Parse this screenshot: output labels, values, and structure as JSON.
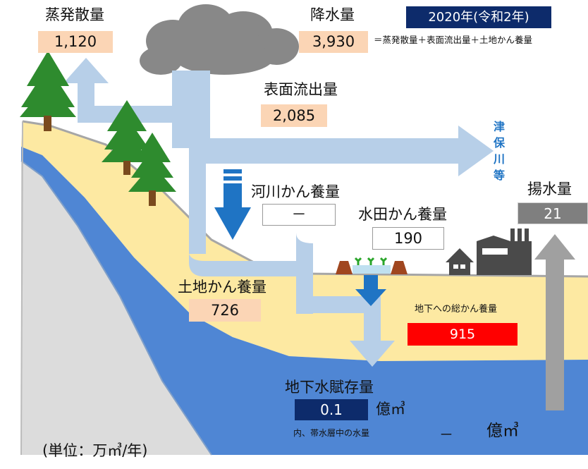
{
  "year_badge": "2020年(令和2年)",
  "formula": "＝蒸発散量＋表面流出量＋土地かん養量",
  "unit_note": "(単位：万㎥/年)",
  "evapotranspiration": {
    "label": "蒸発散量",
    "value": "1,120"
  },
  "precipitation": {
    "label": "降水量",
    "value": "3,930"
  },
  "surface_runoff": {
    "label": "表面流出量",
    "value": "2,085"
  },
  "outflow_destination": [
    "津",
    "保",
    "川",
    "等"
  ],
  "river_recharge": {
    "label": "河川かん養量",
    "value": "－"
  },
  "paddy_recharge": {
    "label": "水田かん養量",
    "value": "190"
  },
  "land_recharge": {
    "label": "土地かん養量",
    "value": "726"
  },
  "pumping": {
    "label": "揚水量",
    "value": "21"
  },
  "total_recharge": {
    "label": "地下への総かん養量",
    "value": "915"
  },
  "groundwater_storage": {
    "label": "地下水賦存量",
    "value": "0.1",
    "unit": "億㎥"
  },
  "aquifer_water": {
    "label": "内、帯水層中の水量",
    "value": "－",
    "unit": "億㎥"
  },
  "colors": {
    "peach_box": "#fbd5b5",
    "navy_box": "#0d2b6b",
    "red_box": "#ff0000",
    "gray_box": "#7f7f7f",
    "arrow_light": "#b7cfe8",
    "arrow_dark": "#1f74c4",
    "soil": "#fde9a2",
    "groundwater": "#4f86d4",
    "bedrock": "#dcdcdc",
    "tree": "#2e8b2e",
    "cloud": "#888888"
  }
}
